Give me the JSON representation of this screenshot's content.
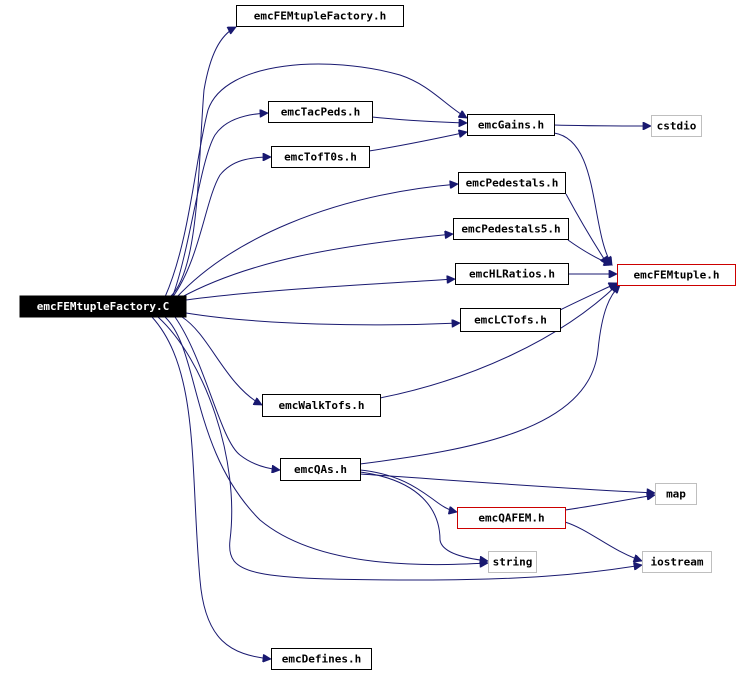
{
  "diagram": {
    "nodes": [
      {
        "id": "root",
        "label": "emcFEMtupleFactory.C",
        "style": "root"
      },
      {
        "id": "emcFEMtupleFactory_h",
        "label": "emcFEMtupleFactory.h",
        "style": "normal"
      },
      {
        "id": "emcTacPeds",
        "label": "emcTacPeds.h",
        "style": "normal"
      },
      {
        "id": "emcTofT0s",
        "label": "emcTofT0s.h",
        "style": "normal"
      },
      {
        "id": "emcGains",
        "label": "emcGains.h",
        "style": "normal"
      },
      {
        "id": "cstdio",
        "label": "cstdio",
        "style": "system"
      },
      {
        "id": "emcPedestals",
        "label": "emcPedestals.h",
        "style": "normal"
      },
      {
        "id": "emcPedestals5",
        "label": "emcPedestals5.h",
        "style": "normal"
      },
      {
        "id": "emcHLRatios",
        "label": "emcHLRatios.h",
        "style": "normal"
      },
      {
        "id": "emcFEMtuple",
        "label": "emcFEMtuple.h",
        "style": "truncated"
      },
      {
        "id": "emcLCTofs",
        "label": "emcLCTofs.h",
        "style": "normal"
      },
      {
        "id": "emcWalkTofs",
        "label": "emcWalkTofs.h",
        "style": "normal"
      },
      {
        "id": "emcQAs",
        "label": "emcQAs.h",
        "style": "normal"
      },
      {
        "id": "map",
        "label": "map",
        "style": "system"
      },
      {
        "id": "emcQAFEM",
        "label": "emcQAFEM.h",
        "style": "truncated"
      },
      {
        "id": "string",
        "label": "string",
        "style": "system"
      },
      {
        "id": "iostream",
        "label": "iostream",
        "style": "system"
      },
      {
        "id": "emcDefines",
        "label": "emcDefines.h",
        "style": "normal"
      }
    ],
    "edges": [
      {
        "from": "root",
        "to": "emcFEMtupleFactory_h"
      },
      {
        "from": "root",
        "to": "emcTacPeds"
      },
      {
        "from": "root",
        "to": "emcTofT0s"
      },
      {
        "from": "root",
        "to": "emcGains"
      },
      {
        "from": "root",
        "to": "emcPedestals"
      },
      {
        "from": "root",
        "to": "emcPedestals5"
      },
      {
        "from": "root",
        "to": "emcHLRatios"
      },
      {
        "from": "root",
        "to": "emcLCTofs"
      },
      {
        "from": "root",
        "to": "emcWalkTofs"
      },
      {
        "from": "root",
        "to": "emcQAs"
      },
      {
        "from": "root",
        "to": "string"
      },
      {
        "from": "root",
        "to": "iostream"
      },
      {
        "from": "root",
        "to": "emcDefines"
      },
      {
        "from": "emcTacPeds",
        "to": "emcGains"
      },
      {
        "from": "emcTofT0s",
        "to": "emcGains"
      },
      {
        "from": "emcGains",
        "to": "cstdio"
      },
      {
        "from": "emcGains",
        "to": "emcFEMtuple"
      },
      {
        "from": "emcPedestals",
        "to": "emcFEMtuple"
      },
      {
        "from": "emcPedestals5",
        "to": "emcFEMtuple"
      },
      {
        "from": "emcHLRatios",
        "to": "emcFEMtuple"
      },
      {
        "from": "emcLCTofs",
        "to": "emcFEMtuple"
      },
      {
        "from": "emcWalkTofs",
        "to": "emcFEMtuple"
      },
      {
        "from": "emcQAs",
        "to": "emcFEMtuple"
      },
      {
        "from": "emcQAs",
        "to": "map"
      },
      {
        "from": "emcQAs",
        "to": "emcQAFEM"
      },
      {
        "from": "emcQAs",
        "to": "string"
      },
      {
        "from": "emcQAFEM",
        "to": "map"
      },
      {
        "from": "emcQAFEM",
        "to": "iostream"
      }
    ]
  },
  "colors": {
    "edge": "#191970",
    "root_fill": "#000000",
    "root_text": "#ffffff",
    "normal_border": "#000000",
    "truncated_border": "#cc0000",
    "system_border": "#bfbfbf"
  }
}
